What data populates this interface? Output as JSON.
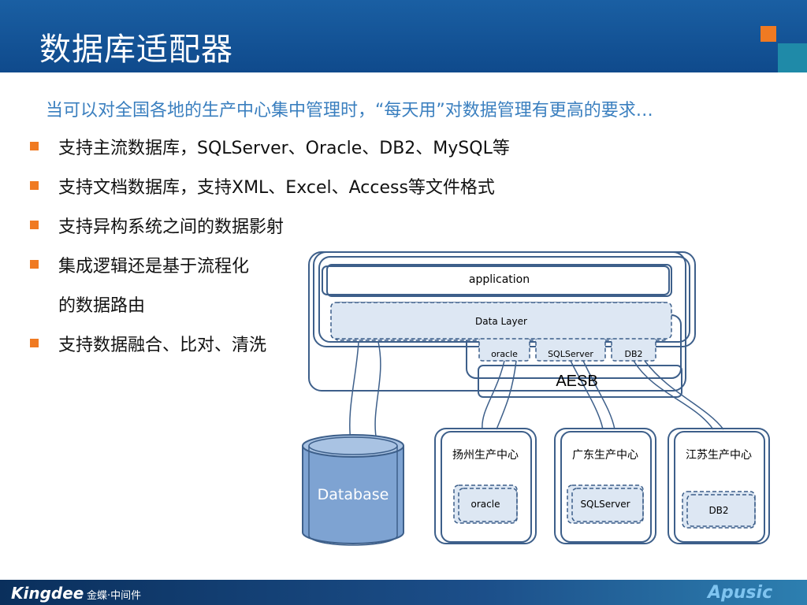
{
  "header": {
    "title": "数据库适配器"
  },
  "subtitle": "当可以对全国各地的生产中心集中管理时，“每天用”对数据管理有更高的要求…",
  "bullets": [
    "支持主流数据库，SQLServer、Oracle、DB2、MySQL等",
    "支持文档数据库，支持XML、Excel、Access等文件格式",
    "支持异构系统之间的数据影射",
    "集成逻辑还是基于流程化",
    "的数据路由",
    "支持数据融合、比对、清洗"
  ],
  "diagram": {
    "application": "application",
    "data_layer": "Data Layer",
    "db_oracle": "oracle",
    "db_sqlserver": "SQLServer",
    "db_db2": "DB2",
    "aesb": "AESB",
    "database": "Database",
    "centers": [
      {
        "name": "扬州生产中心",
        "db": "oracle"
      },
      {
        "name": "广东生产中心",
        "db": "SQLServer"
      },
      {
        "name": "江苏生产中心",
        "db": "DB2"
      }
    ]
  },
  "footer": {
    "left_logo": "Kingdee",
    "left_logo_cn": "金蝶·中间件",
    "right_logo": "Apusic"
  },
  "colors": {
    "header_blue": "#0f4a8c",
    "accent_orange": "#f07a22",
    "accent_teal": "#1f8aa8",
    "box_stroke": "#3d5f8a",
    "box_fill": "#dde7f3",
    "cylinder": "#7ea3d2"
  }
}
